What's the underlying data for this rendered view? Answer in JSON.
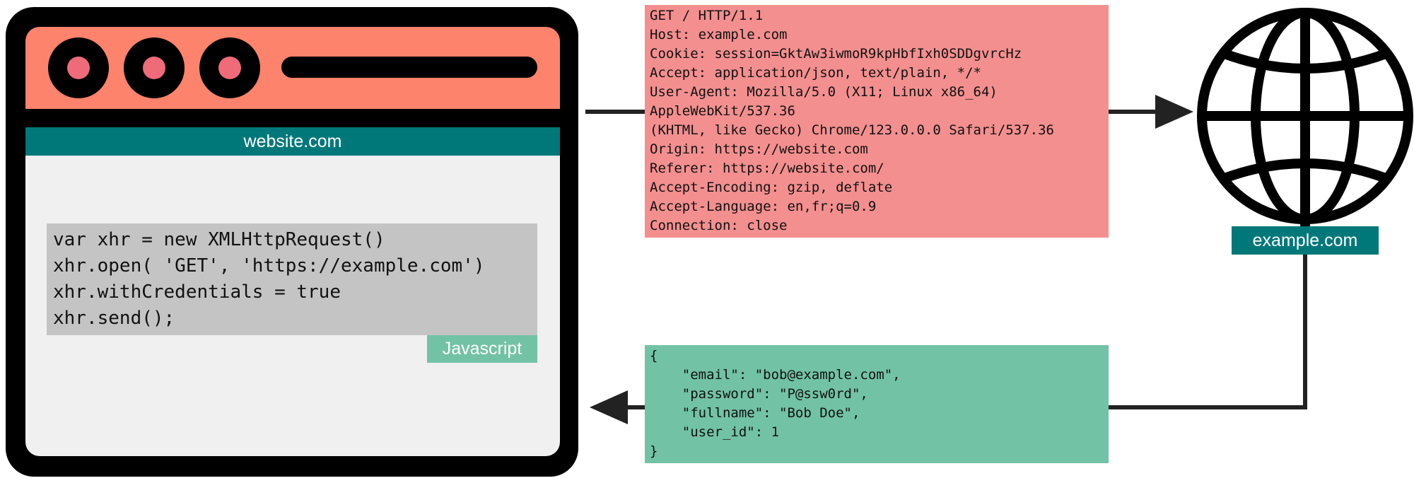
{
  "browser": {
    "site_label": "website.com",
    "code_lines": [
      "var xhr = new XMLHttpRequest()",
      "xhr.open( 'GET', 'https://example.com')",
      "xhr.withCredentials = true",
      "xhr.send();"
    ],
    "code_tag": "Javascript"
  },
  "request": {
    "lines": [
      "GET / HTTP/1.1",
      "Host: example.com",
      "Cookie: session=GktAw3iwmoR9kpHbfIxh0SDDgvrcHz",
      "Accept: application/json, text/plain, */*",
      "User-Agent: Mozilla/5.0 (X11; Linux x86_64)",
      "AppleWebKit/537.36",
      "(KHTML, like Gecko) Chrome/123.0.0.0 Safari/537.36",
      "Origin: https://website.com",
      "Referer: https://website.com/",
      "Accept-Encoding: gzip, deflate",
      "Accept-Language: en,fr;q=0.9",
      "Connection: close"
    ]
  },
  "response": {
    "lines": [
      "{",
      "    \"email\": \"bob@example.com\",",
      "    \"password\": \"P@ssw0rd\",",
      "    \"fullname\": \"Bob Doe\",",
      "    \"user_id\": 1",
      "}"
    ]
  },
  "server": {
    "label": "example.com",
    "icon": "globe-icon"
  },
  "colors": {
    "titlebar": "#fe836c",
    "dot": "#ef6b7a",
    "teal": "#00787a",
    "request_bg": "#f48f8f",
    "response_bg": "#72c2a6"
  }
}
